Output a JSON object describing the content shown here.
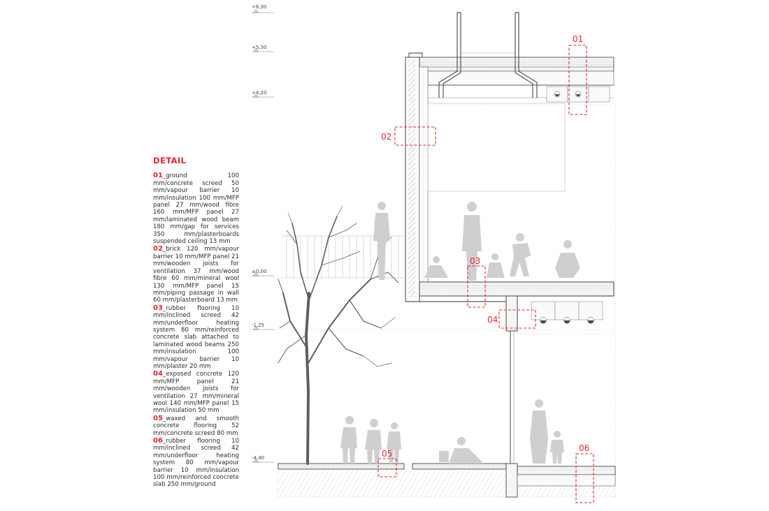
{
  "legend": {
    "title": "DETAIL",
    "items": [
      {
        "id": "01",
        "text": "_ground 100 mm/concrete screed 50 mm/vapour barrier 10 mm/insulation 100 mm/MFP panel 27 mm/wood fibre 160 mm/MFP panel 27 mm/laminated wood beam 180 mm/gap for services 350 mm/plasterboards suspended ceiling 13 mm"
      },
      {
        "id": "02",
        "text": "_brick 120 mm/vapour barrier 10 mm/MFP panel 21 mm/wooden joists for ventilation 37 mm/wood fibre 60 mm/mineral wool 130 mm/MFP panel 15 mm/piping passage in wall 60 mm/plasterboard 13 mm"
      },
      {
        "id": "03",
        "text": "_rubber flooring 10 mm/inclined screed 42 mm/underfloor heating system 80 mm/reinforced concrete slab attached to laminated wood beams 250 mm/insulation 100 mm/vapour barrier 10 mm/plaster 20 mm"
      },
      {
        "id": "04",
        "text": "_exposed concrete 120 mm/MFP panel 21 mm/wooden joists for ventilation 27 mm/mineral wool 140 mm/MFP panel 15 mm/insulation 50 mm"
      },
      {
        "id": "05",
        "text": "_waxed and smooth concrete flooring 52 mm/concrete screed 80 mm"
      },
      {
        "id": "06",
        "text": "_rubber flooring 10 mm/inclined screed 42 mm/underfloor heating system 80 mm/vapour barrier 10 mm/insulation 100 mm/reinforced concrete slab 250 mm/ground"
      }
    ]
  },
  "levels": [
    "+6,30",
    "+5,30",
    "+4,20",
    "±0,00",
    "-1,25",
    "-4,40"
  ],
  "details": [
    "01",
    "02",
    "03",
    "04",
    "05",
    "06"
  ],
  "colors": {
    "accent": "#e3262b",
    "line": "#333333",
    "figure": "#cfcfcf",
    "tree": "#6a6a6a"
  }
}
